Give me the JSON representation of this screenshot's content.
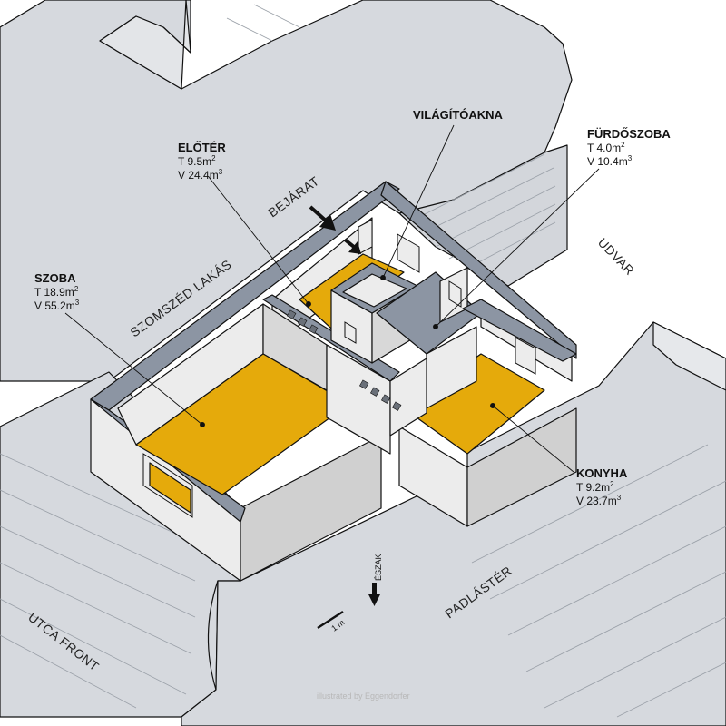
{
  "labels": {
    "entrance": "BEJÁRAT",
    "neighbour": "SZOMSZÉD LAKÁS",
    "yard": "UDVAR",
    "street_front": "UTCA FRONT",
    "attic": "PADLÁSTÉR",
    "north": "ÉSZAK",
    "scale": "1 m"
  },
  "rooms": {
    "hall": {
      "name": "ELŐTÉR",
      "area": "T 9.5m",
      "volume": "V 24.4m"
    },
    "room": {
      "name": "SZOBA",
      "area": "T 18.9m",
      "volume": "V 55.2m"
    },
    "bath": {
      "name": "FÜRDŐSZOBA",
      "area": "T 4.0m",
      "volume": "V 10.4m"
    },
    "kitchen": {
      "name": "KONYHA",
      "area": "T 9.2m",
      "volume": "V 23.7m"
    },
    "lightwell": {
      "name": "VILÁGÍTÓAKNA"
    }
  },
  "units": {
    "area_exp": "2",
    "volume_exp": "3"
  },
  "credit": "illustrated by Eggendorfer",
  "colors": {
    "floor": "#e5aa0b",
    "wall_top": "#8c95a3",
    "wall_left": "#ececec",
    "wall_right": "#c9c9c9",
    "building": "#d6d9de",
    "roof_line": "#9aa0a8",
    "outline": "#111111"
  }
}
